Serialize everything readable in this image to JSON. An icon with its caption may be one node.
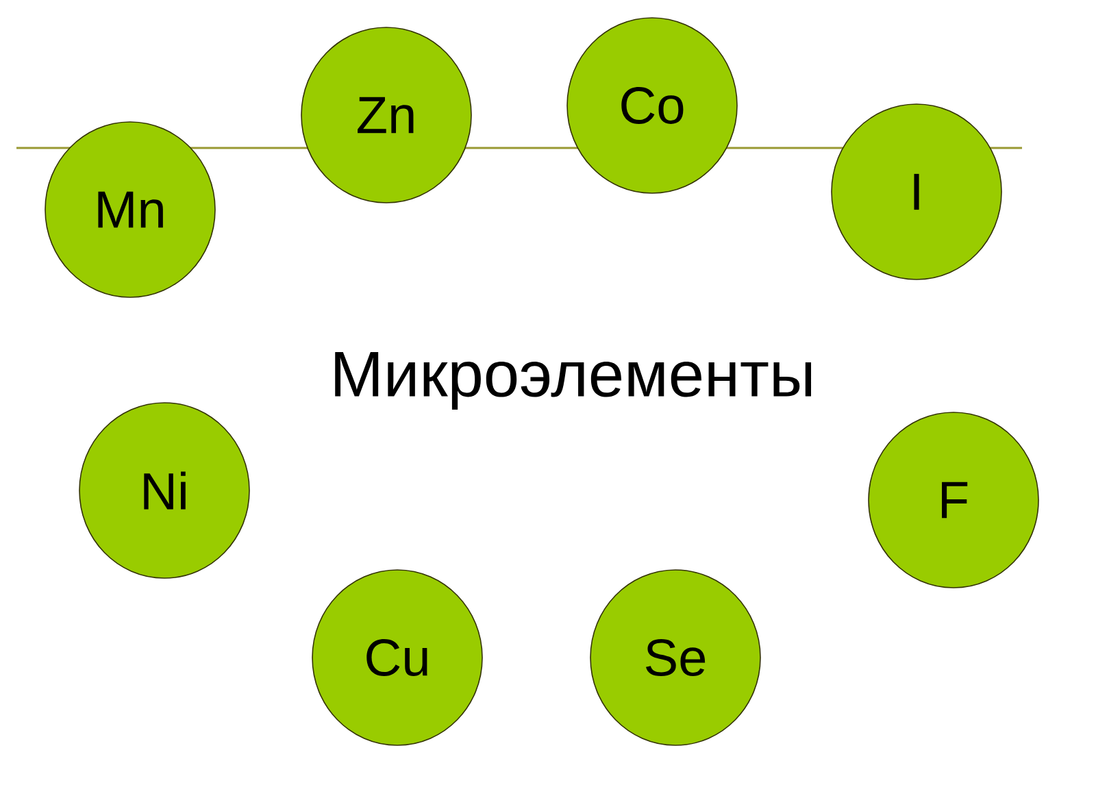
{
  "diagram": {
    "nodes": [
      {
        "text": [
          "Mn"
        ]
      },
      {
        "text": [
          "Zn"
        ]
      },
      {
        "text": [
          "Co"
        ]
      },
      {
        "text": [
          "I"
        ]
      },
      {
        "text": [
          "Ni"
        ]
      },
      {
        "text": [
          "F"
        ]
      },
      {
        "text": [
          "Cu"
        ]
      },
      {
        "text": [
          "Se"
        ]
      }
    ],
    "labels": [
      "Микроэлементы"
    ]
  }
}
